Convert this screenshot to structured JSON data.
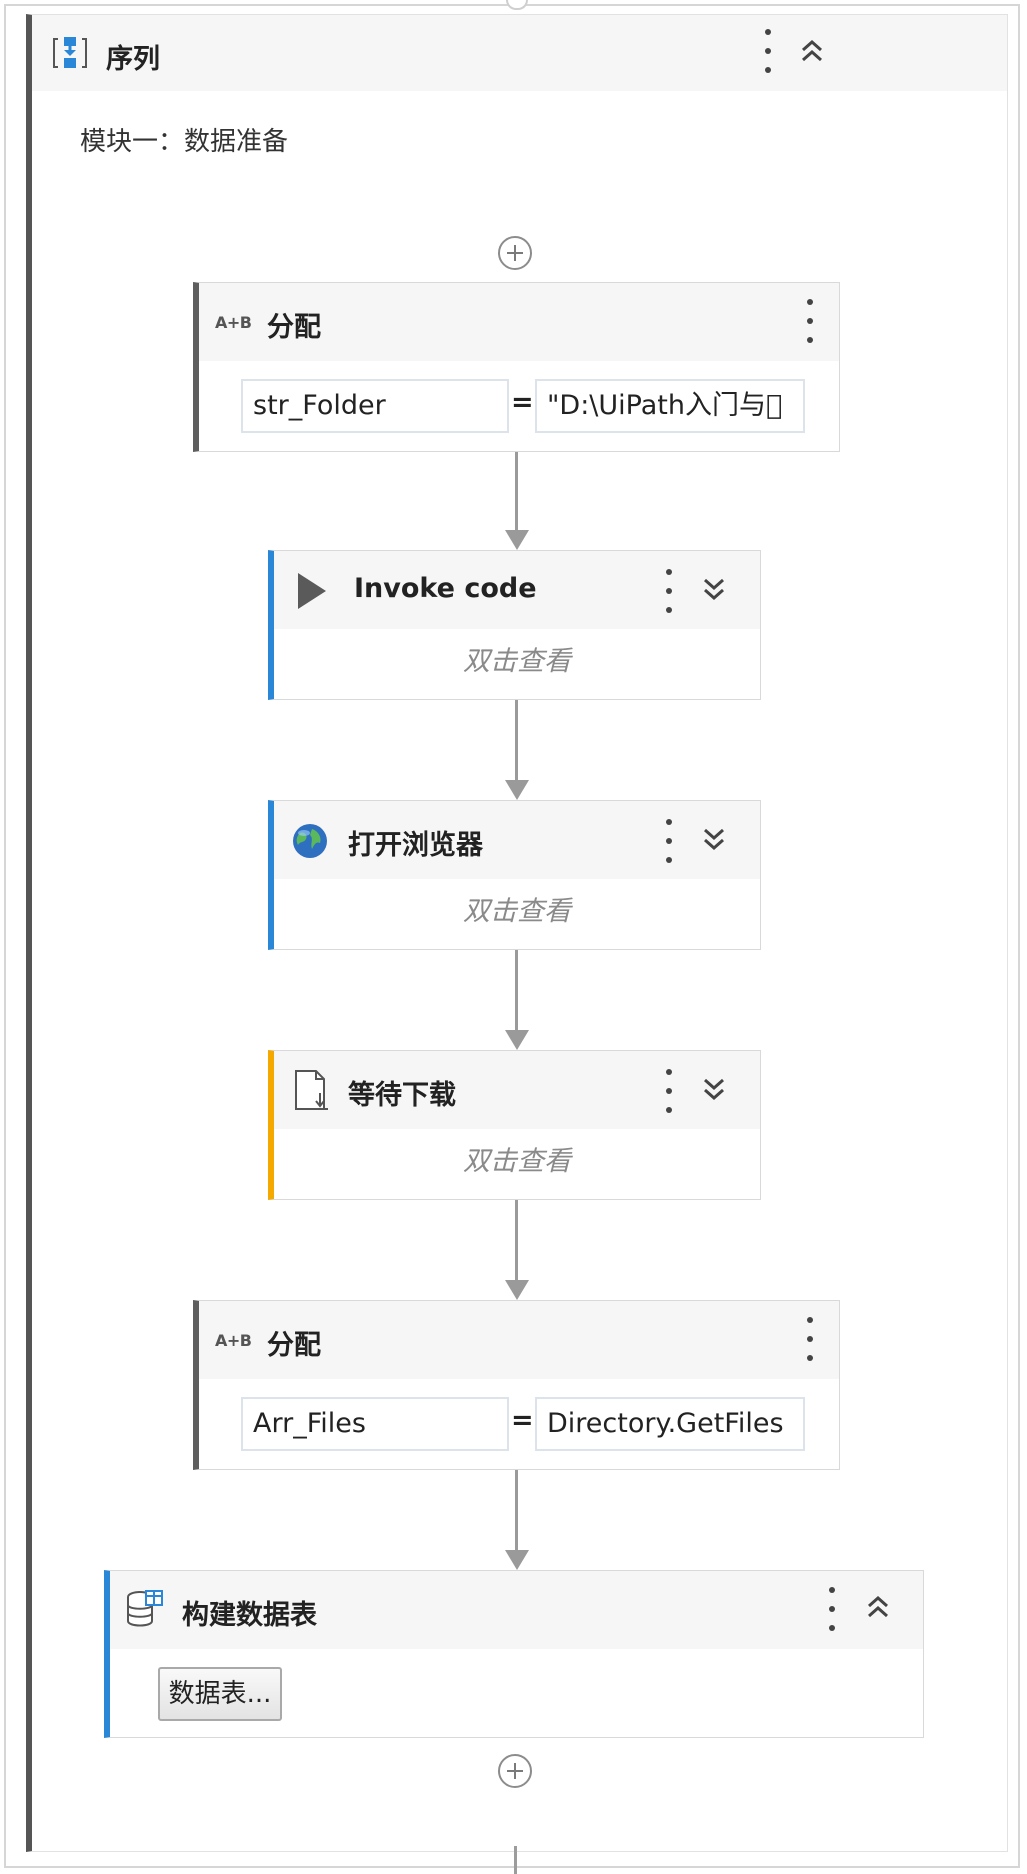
{
  "sequence": {
    "icon": "sequence-icon",
    "title": "序列",
    "annotation": "模块一：数据准备"
  },
  "activities": [
    {
      "icon": "assign-icon",
      "icon_text": "A+B",
      "title": "分配",
      "left_value": "str_Folder",
      "operator": "=",
      "right_value": "\"D:\\UiPath入门与\u0000"
    },
    {
      "icon": "play-icon",
      "title": "Invoke code",
      "hint": "双击查看",
      "accent": "#2a87d8"
    },
    {
      "icon": "globe-icon",
      "title": "打开浏览器",
      "hint": "双击查看",
      "accent": "#2a87d8"
    },
    {
      "icon": "wait-download-icon",
      "title": "等待下载",
      "hint": "双击查看",
      "accent": "#f5a800"
    },
    {
      "icon": "assign-icon",
      "icon_text": "A+B",
      "title": "分配",
      "left_value": "Arr_Files",
      "operator": "=",
      "right_value": "Directory.GetFiles"
    },
    {
      "icon": "data-table-icon",
      "title": "构建数据表",
      "button_label": "数据表...",
      "accent": "#2a87d8"
    }
  ]
}
